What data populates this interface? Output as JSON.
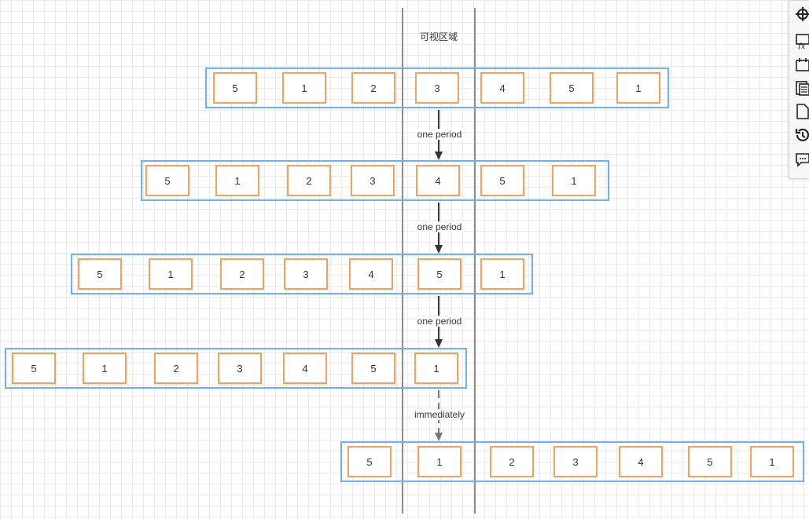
{
  "diagram": {
    "visible_area_label": "可视区域",
    "rows": [
      {
        "values": [
          "5",
          "1",
          "2",
          "3",
          "4",
          "5",
          "1"
        ]
      },
      {
        "values": [
          "5",
          "1",
          "2",
          "3",
          "4",
          "5",
          "1"
        ]
      },
      {
        "values": [
          "5",
          "1",
          "2",
          "3",
          "4",
          "5",
          "1"
        ]
      },
      {
        "values": [
          "5",
          "1",
          "2",
          "3",
          "4",
          "5",
          "1"
        ]
      },
      {
        "values": [
          "5",
          "1",
          "2",
          "3",
          "4",
          "5",
          "1"
        ]
      }
    ],
    "transitions": [
      {
        "label": "one period",
        "style": "solid"
      },
      {
        "label": "one period",
        "style": "solid"
      },
      {
        "label": "one period",
        "style": "solid"
      },
      {
        "label": "immediately",
        "style": "dashed"
      }
    ],
    "colors": {
      "row_border": "#6fb0ef",
      "cell_border": "#f2a35b",
      "visible_lines": "#8c8c8c"
    }
  },
  "toolbar": {
    "tools": [
      "format-icon",
      "formula-icon",
      "layers-icon",
      "pages-icon",
      "document-icon",
      "history-icon",
      "comment-icon"
    ]
  }
}
